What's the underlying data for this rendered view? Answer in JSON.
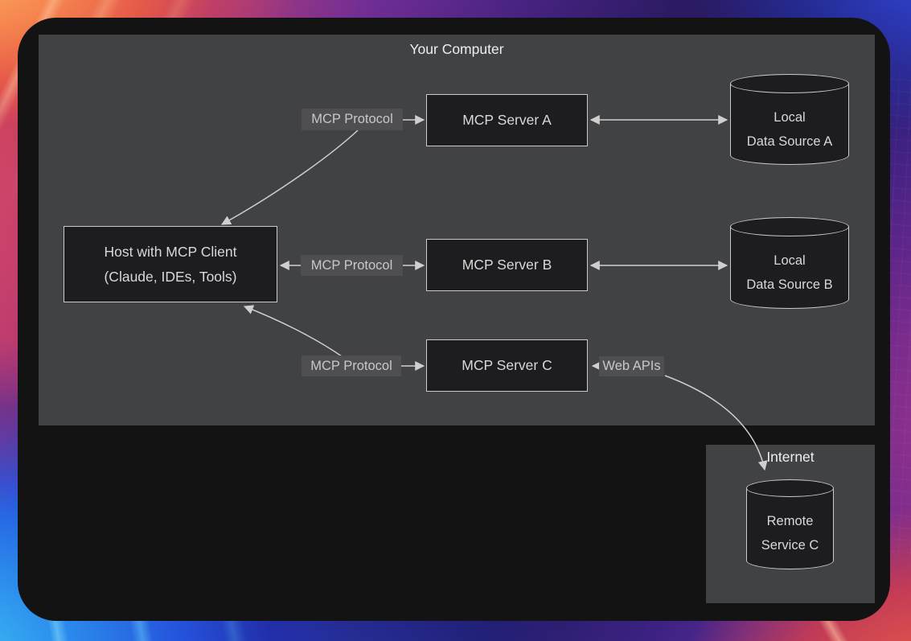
{
  "colors": {
    "panel_bg": "#131314",
    "group_bg": "#414244",
    "node_fill": "#1d1d20",
    "node_stroke": "#cbcbcb",
    "node_text": "#d8d8d8",
    "edge_label_bg": "#4f4f52",
    "edge_label_text": "#c8c8c8",
    "arrow": "#cfcfcf",
    "title_text": "#efefef"
  },
  "groups": {
    "your_computer": {
      "title": "Your Computer"
    },
    "internet": {
      "title": "Internet"
    }
  },
  "nodes": {
    "host": {
      "line1": "Host with MCP Client",
      "line2": "(Claude, IDEs, Tools)"
    },
    "server_a": {
      "label": "MCP Server A"
    },
    "server_b": {
      "label": "MCP Server B"
    },
    "server_c": {
      "label": "MCP Server C"
    },
    "data_source_a": {
      "line1": "Local",
      "line2": "Data Source A"
    },
    "data_source_b": {
      "line1": "Local",
      "line2": "Data Source B"
    },
    "remote_service_c": {
      "line1": "Remote",
      "line2": "Service C"
    }
  },
  "edges": {
    "host_server_a_label": "MCP Protocol",
    "host_server_b_label": "MCP Protocol",
    "host_server_c_label": "MCP Protocol",
    "server_c_web_label": "Web APIs"
  }
}
